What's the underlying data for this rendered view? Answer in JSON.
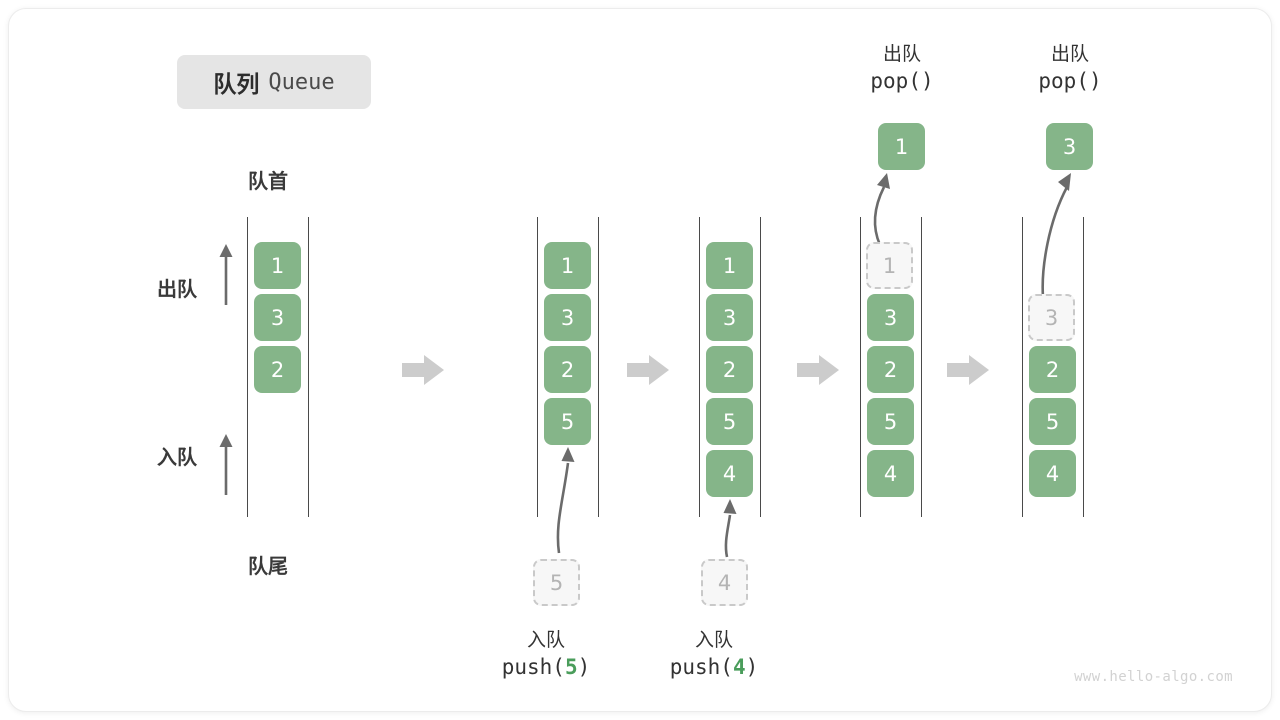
{
  "title": {
    "cn": "队列",
    "en": "Queue"
  },
  "labels": {
    "front": "队首",
    "rear": "队尾",
    "dequeue": "出队",
    "enqueue": "入队"
  },
  "watermark": "www.hello-algo.com",
  "colors": {
    "cell_fill": "#85b589",
    "cell_text": "#ffffff",
    "ghost_fill": "#f7f7f7",
    "ghost_border": "#c9c9c9",
    "ghost_text": "#b4b4b4",
    "rail": "#4a4a4a",
    "arrow_gray": "#6b6b6b",
    "transition_arrow": "#cccccc",
    "badge_bg": "#e5e5e5",
    "accent_green": "#4a9d5b",
    "text": "#333333"
  },
  "operations": {
    "push5": {
      "cn": "入队",
      "fn": "push(",
      "num": "5",
      "close": ")"
    },
    "push4": {
      "cn": "入队",
      "fn": "push(",
      "num": "4",
      "close": ")"
    },
    "pop1": {
      "cn": "出队",
      "code": "pop()"
    },
    "pop2": {
      "cn": "出队",
      "code": "pop()"
    }
  },
  "steps": [
    {
      "name": "initial",
      "cells": [
        {
          "value": "1",
          "ghost": false
        },
        {
          "value": "3",
          "ghost": false
        },
        {
          "value": "2",
          "ghost": false
        }
      ]
    },
    {
      "name": "after-push-5",
      "cells": [
        {
          "value": "1",
          "ghost": false
        },
        {
          "value": "3",
          "ghost": false
        },
        {
          "value": "2",
          "ghost": false
        },
        {
          "value": "5",
          "ghost": false
        }
      ],
      "incoming": {
        "value": "5",
        "ghost": true
      }
    },
    {
      "name": "after-push-4",
      "cells": [
        {
          "value": "1",
          "ghost": false
        },
        {
          "value": "3",
          "ghost": false
        },
        {
          "value": "2",
          "ghost": false
        },
        {
          "value": "5",
          "ghost": false
        },
        {
          "value": "4",
          "ghost": false
        }
      ],
      "incoming": {
        "value": "4",
        "ghost": true
      }
    },
    {
      "name": "after-pop-1",
      "cells": [
        {
          "value": "1",
          "ghost": true
        },
        {
          "value": "3",
          "ghost": false
        },
        {
          "value": "2",
          "ghost": false
        },
        {
          "value": "5",
          "ghost": false
        },
        {
          "value": "4",
          "ghost": false
        }
      ],
      "outgoing": {
        "value": "1",
        "ghost": false
      }
    },
    {
      "name": "after-pop-3",
      "cells": [
        {
          "value": "",
          "ghost": false,
          "empty": true
        },
        {
          "value": "3",
          "ghost": true
        },
        {
          "value": "2",
          "ghost": false
        },
        {
          "value": "5",
          "ghost": false
        },
        {
          "value": "4",
          "ghost": false
        }
      ],
      "outgoing": {
        "value": "3",
        "ghost": false
      }
    }
  ]
}
